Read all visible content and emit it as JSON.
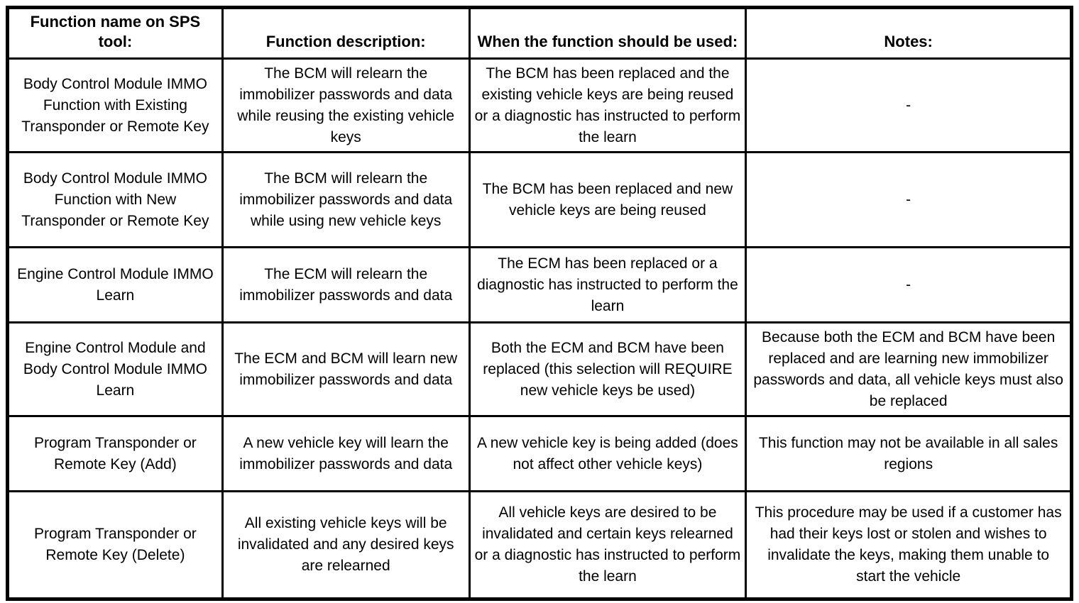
{
  "table": {
    "headers": [
      "Function name on SPS tool:",
      "Function description:",
      "When the function should be used:",
      "Notes:"
    ],
    "rows": [
      [
        "Body Control Module IMMO Function with Existing Transponder or Remote Key",
        "The BCM will relearn the immobilizer passwords and data while reusing the existing vehicle keys",
        "The BCM has been replaced and the existing vehicle keys are being reused or a diagnostic has instructed to perform the learn",
        "-"
      ],
      [
        "Body Control Module IMMO Function with New Transponder or Remote Key",
        "The BCM will relearn the immobilizer passwords and data while using new vehicle keys",
        "The BCM has been replaced and new vehicle keys are being reused",
        "-"
      ],
      [
        "Engine Control Module IMMO Learn",
        "The ECM will relearn the immobilizer passwords and data",
        "The ECM has been replaced or a diagnostic has instructed to perform the learn",
        "-"
      ],
      [
        "Engine Control Module and Body Control Module IMMO Learn",
        "The ECM and BCM will learn new immobilizer passwords and data",
        "Both the ECM and BCM have been replaced (this selection will REQUIRE new vehicle keys be used)",
        "Because both the ECM and BCM have been replaced and are learning new immobilizer passwords and data, all vehicle keys must also be replaced"
      ],
      [
        "Program Transponder or Remote Key (Add)",
        "A new vehicle key will learn the immobilizer passwords and data",
        "A new vehicle key is being added (does not affect other vehicle keys)",
        "This function may not be available in all sales regions"
      ],
      [
        "Program Transponder or Remote Key (Delete)",
        "All existing vehicle keys will be invalidated and any desired keys are relearned",
        "All vehicle keys are desired to be invalidated and certain keys relearned or a diagnostic has instructed to perform the learn",
        "This procedure may be used if a customer has had their keys lost or stolen and wishes to invalidate the keys, making them unable to start the vehicle"
      ]
    ]
  }
}
